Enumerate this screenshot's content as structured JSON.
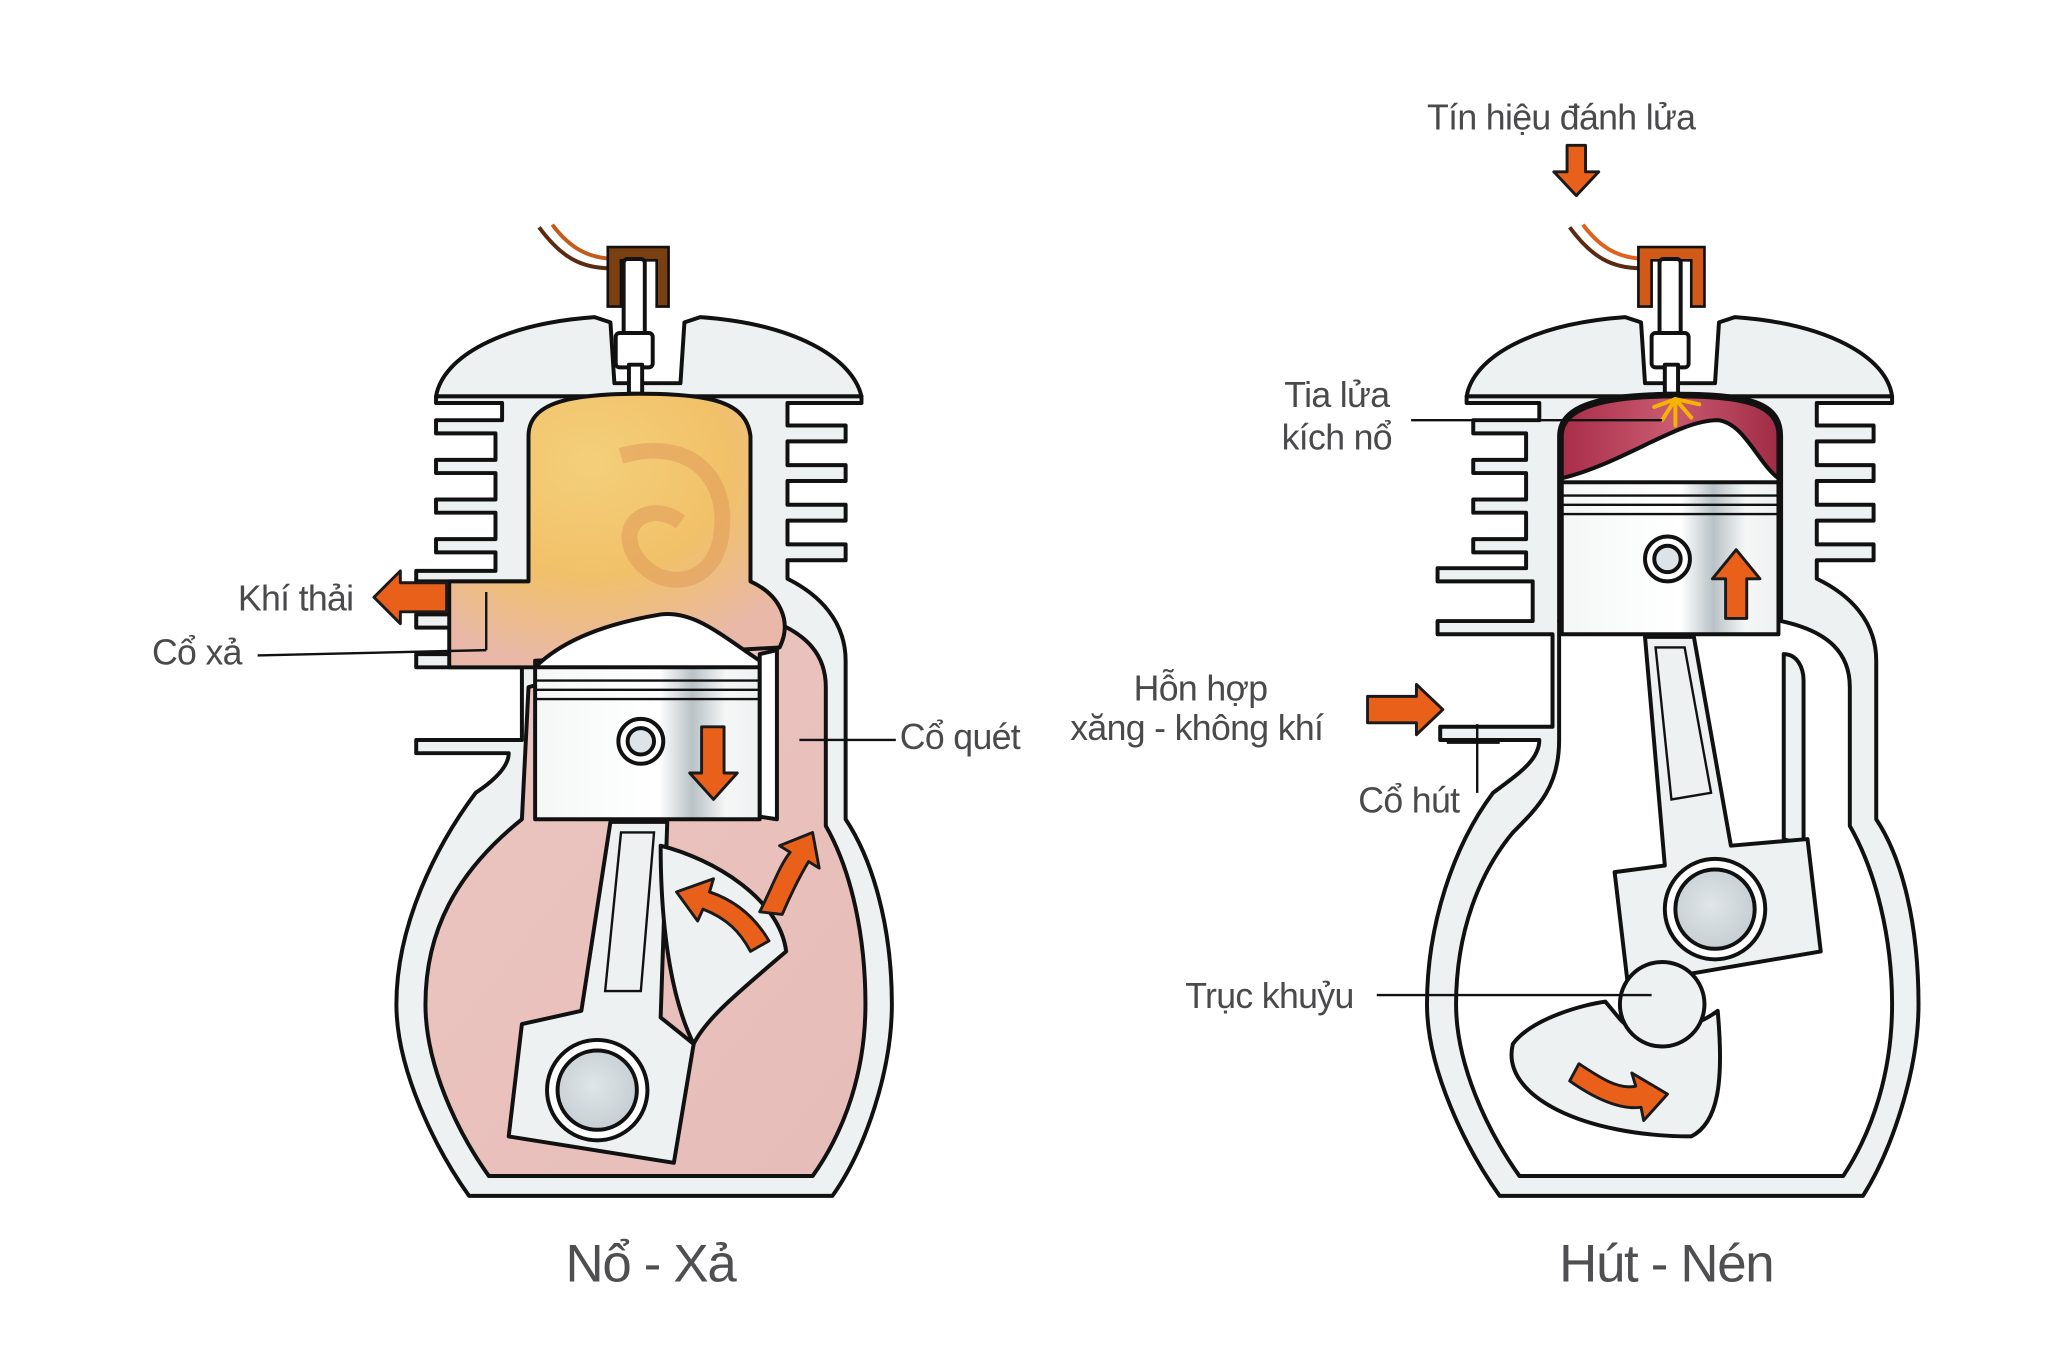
{
  "diagram": {
    "subject": "Two-stroke engine cycle",
    "colors": {
      "outline": "#111111",
      "metal": "#eef1f1",
      "arrow": "#e8601a",
      "exhaust_gas": "#f3c46a",
      "crankcase_mixture": "#ecc3c0",
      "compressed_charge": "#b83a55",
      "spark": "#f5b400",
      "label_text": "#4a4a4c"
    },
    "panels": [
      {
        "id": "left",
        "caption": "Nổ - Xả",
        "labels": {
          "exhaust_gas": "Khí thải",
          "exhaust_port": "Cổ xả",
          "transfer_port": "Cổ quét"
        },
        "arrows": [
          "exhaust-out-left",
          "piston-down",
          "transfer-flow-up",
          "transfer-flow-up-2"
        ]
      },
      {
        "id": "right",
        "caption": "Hút - Nén",
        "labels": {
          "ignition_signal": "Tín hiệu đánh lửa",
          "spark_line1": "Tia lửa",
          "spark_line2": "kích nổ",
          "mixture_line1": "Hỗn  hợp",
          "mixture_line2": "xăng - không khí",
          "intake_port": "Cổ hút",
          "crankshaft": "Trục khuỷu"
        },
        "arrows": [
          "ignition-down",
          "mixture-in-right",
          "piston-up",
          "crank-rotate"
        ]
      }
    ]
  }
}
